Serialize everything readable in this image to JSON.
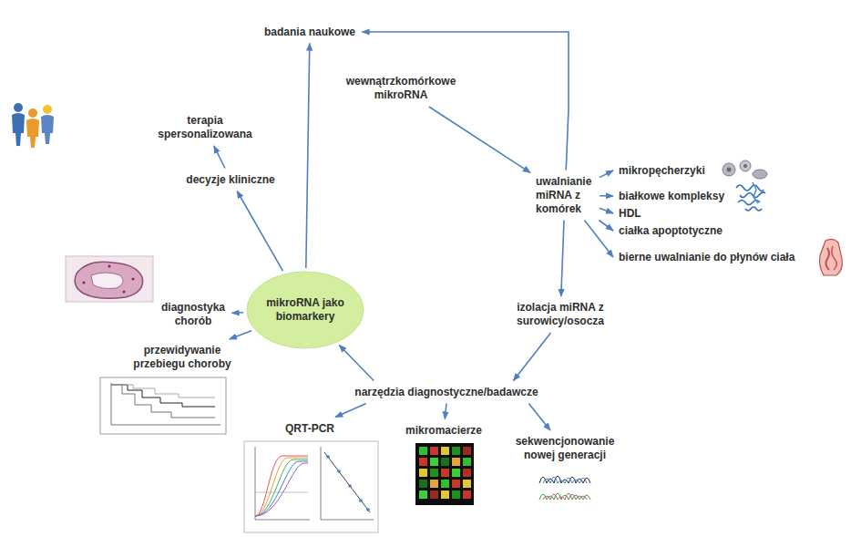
{
  "diagram": {
    "nodes": [
      {
        "text": [
          "badania naukowe"
        ]
      },
      {
        "text": [
          "wewnątrzkomórkowe mikroRNA"
        ]
      },
      {
        "text": [
          "terapia spersonalizowana"
        ]
      },
      {
        "text": [
          "decyzje kliniczne"
        ]
      },
      {
        "text": [
          "mikropęcherzyki"
        ]
      },
      {
        "text": [
          "uwalnianie miRNA z komórek"
        ]
      },
      {
        "text": [
          "białkowe kompleksy"
        ]
      },
      {
        "text": [
          "HDL"
        ]
      },
      {
        "text": [
          "ciałka apoptotyczne"
        ]
      },
      {
        "text": [
          "bierne uwalnianie do płynów ciała"
        ]
      },
      {
        "text": [
          "izolacja miRNA z surowicy/osocza"
        ]
      },
      {
        "text": [
          "diagnostyka chorób"
        ]
      },
      {
        "text": [
          "mikroRNA jako biomarkery"
        ]
      },
      {
        "text": [
          "przewidywanie przebiegu choroby"
        ]
      },
      {
        "text": [
          "narzędzia diagnostyczne/badawcze"
        ]
      },
      {
        "text": [
          "QRT-PCR"
        ]
      },
      {
        "text": [
          "mikromacierze"
        ]
      },
      {
        "text": [
          "sekwencjonowanie nowej generacji"
        ]
      }
    ],
    "edges": [
      {
        "from": 1,
        "to": 5,
        "arrow": "to"
      },
      {
        "from": 5,
        "to": 0,
        "arrow": "to"
      },
      {
        "from": 5,
        "to": 4,
        "arrow": "to"
      },
      {
        "from": 5,
        "to": 6,
        "arrow": "to"
      },
      {
        "from": 5,
        "to": 7,
        "arrow": "to"
      },
      {
        "from": 5,
        "to": 8,
        "arrow": "to"
      },
      {
        "from": 5,
        "to": 9,
        "arrow": "to"
      },
      {
        "from": 5,
        "to": 10,
        "arrow": "to"
      },
      {
        "from": 10,
        "to": 14,
        "arrow": "to"
      },
      {
        "from": 14,
        "to": 12,
        "arrow": "to"
      },
      {
        "from": 14,
        "to": 15,
        "arrow": "to"
      },
      {
        "from": 14,
        "to": 16,
        "arrow": "to"
      },
      {
        "from": 14,
        "to": 17,
        "arrow": "to"
      },
      {
        "from": 12,
        "to": 0,
        "arrow": "to"
      },
      {
        "from": 12,
        "to": 3,
        "arrow": "to"
      },
      {
        "from": 3,
        "to": 2,
        "arrow": "to"
      },
      {
        "from": 12,
        "to": 11,
        "arrow": "to"
      },
      {
        "from": 12,
        "to": 13,
        "arrow": "to"
      }
    ]
  }
}
